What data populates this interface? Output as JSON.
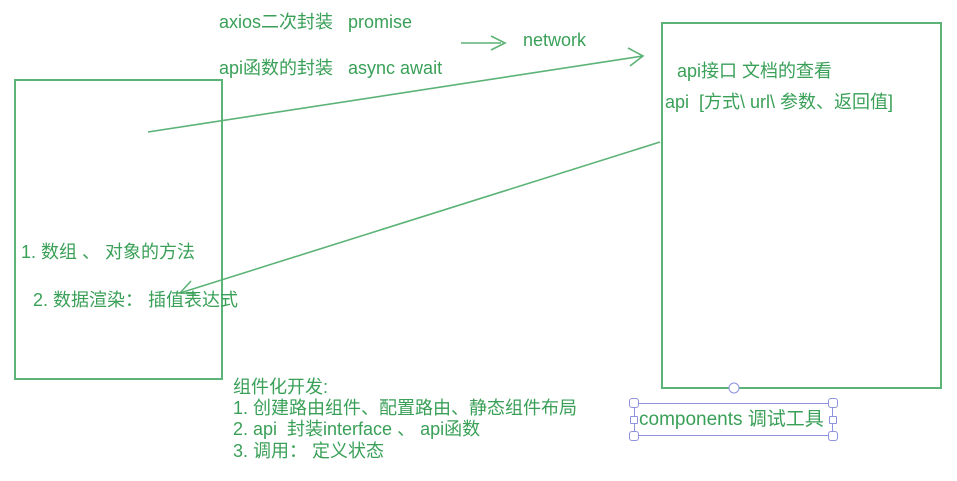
{
  "colors": {
    "canvas_background": "#ffffff",
    "ink_green": "#3aa058",
    "shape_green": "#5cb377",
    "selection_purple": "#8f92dc"
  },
  "notes": {
    "axios_line": "axios二次封装   promise",
    "api_fn_line": "api函数的封装   async await",
    "network_label": "network"
  },
  "left_box": {
    "items": [
      "1. 数组 、 对象的方法",
      "2. 数据渲染： 插值表达式"
    ]
  },
  "right_box": {
    "lines": [
      "api接口 文档的查看",
      "api  [方式\\ url\\ 参数、返回值]"
    ]
  },
  "component_notes": {
    "title": "组件化开发:",
    "items": [
      "1. 创建路由组件、配置路由、静态组件布局",
      "2. api  封装interface 、 api函数",
      "3. 调用： 定义状态"
    ]
  },
  "selected_text": {
    "label": "components 调试工具"
  }
}
